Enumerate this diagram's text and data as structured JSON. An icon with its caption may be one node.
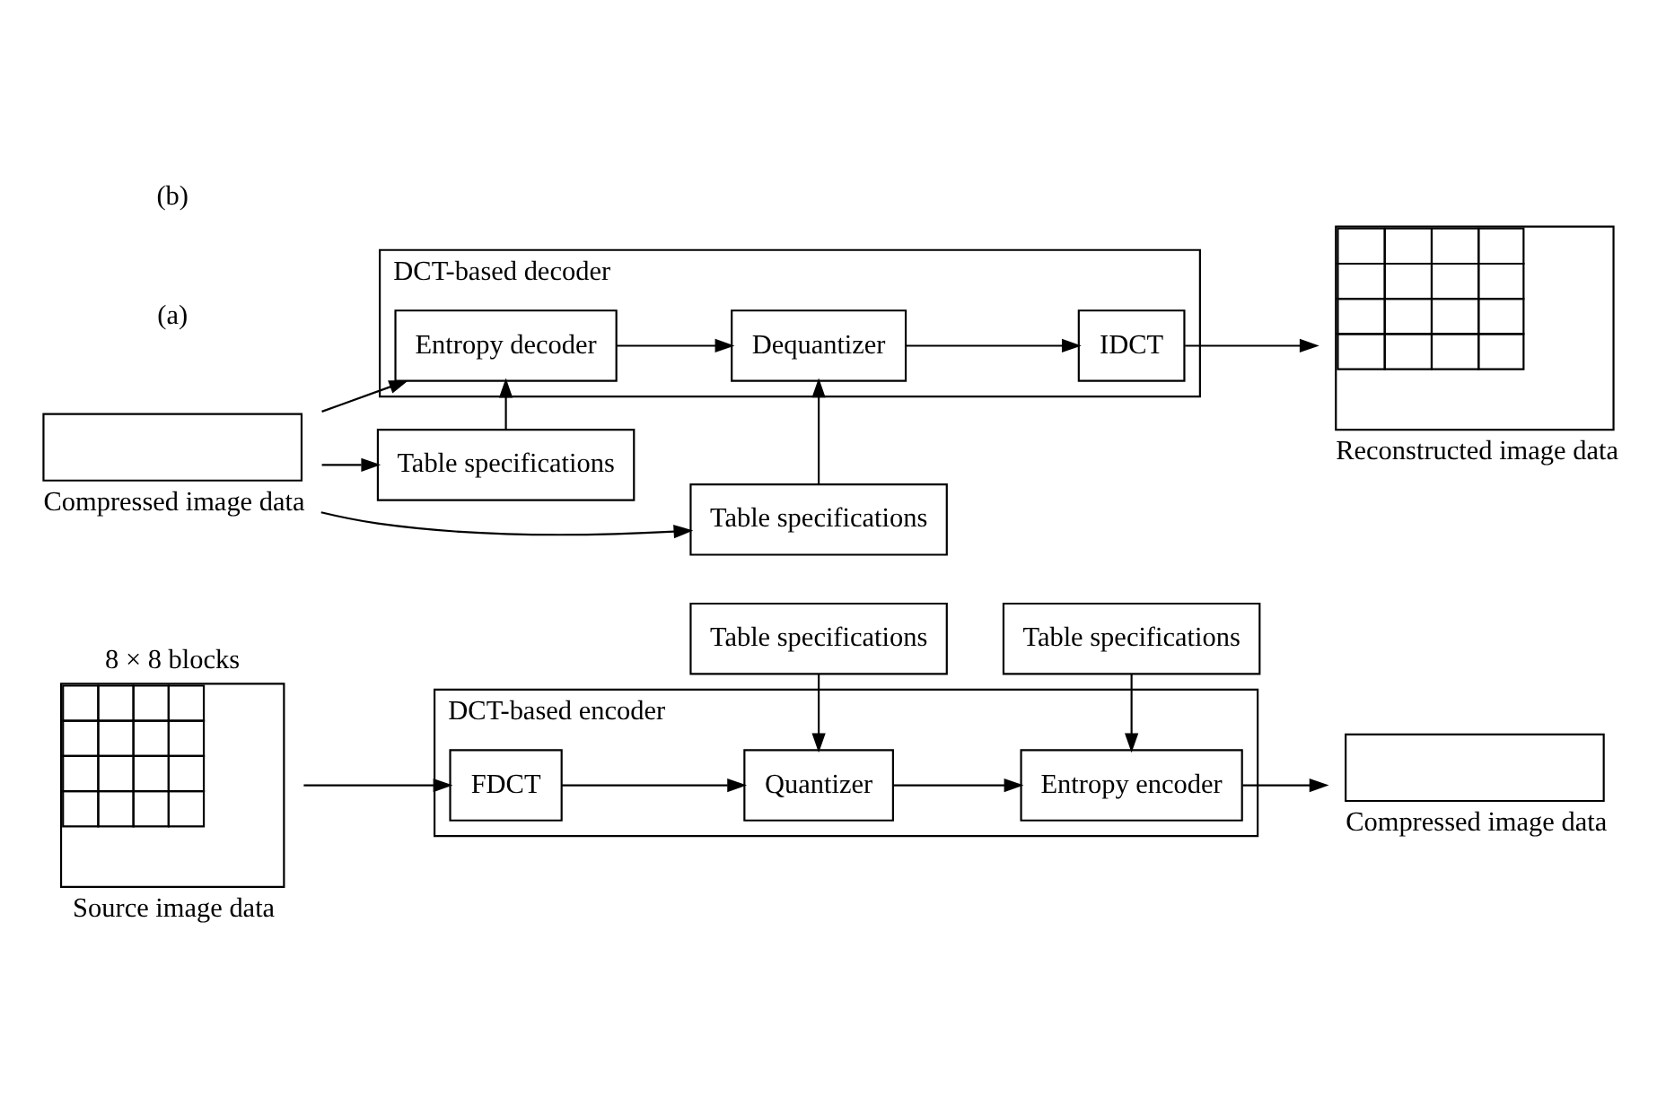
{
  "diagram": {
    "nodes": [
      {
        "text": [],
        "shape": "picture",
        "beside": [
          "8 × 8 blocks",
          "Source image data"
        ]
      },
      {
        "text": [
          "DCT-based encoder"
        ]
      },
      {
        "text": [
          "FDCT"
        ],
        "in": 1
      },
      {
        "text": [
          "Quantizer"
        ],
        "in": 1
      },
      {
        "text": [
          "Entropy encoder"
        ],
        "in": 1
      },
      {
        "text": [],
        "shape": "box",
        "beside": [
          "Compressed image data"
        ]
      },
      {
        "text": [
          "Table specifications"
        ]
      },
      {
        "text": [
          "Table specifications"
        ]
      },
      {
        "text": [
          "DCT-based decoder"
        ]
      },
      {
        "text": [],
        "shape": "box",
        "beside": [
          "Compressed image data"
        ]
      },
      {
        "text": [
          "Entropy decoder"
        ],
        "in": 8
      },
      {
        "text": [
          "Dequantizer"
        ],
        "in": 8
      },
      {
        "text": [
          "IDCT"
        ],
        "in": 8
      },
      {
        "text": [],
        "shape": "picture",
        "beside": [
          "Reconstructed image data"
        ]
      },
      {
        "text": [
          "Table specifications"
        ]
      },
      {
        "text": [
          "Table specifications"
        ]
      }
    ],
    "edges": [
      {
        "from": 0,
        "to": 2,
        "arrow": "to"
      },
      {
        "from": 2,
        "to": 3,
        "arrow": "to"
      },
      {
        "from": 3,
        "to": 4,
        "arrow": "to"
      },
      {
        "from": 4,
        "to": 5,
        "arrow": "to"
      },
      {
        "from": 6,
        "to": 3,
        "arrow": "to"
      },
      {
        "from": 7,
        "to": 4,
        "arrow": "to"
      },
      {
        "from": 9,
        "to": 10,
        "arrow": "to"
      },
      {
        "from": 10,
        "to": 11,
        "arrow": "to"
      },
      {
        "from": 11,
        "to": 12,
        "arrow": "to"
      },
      {
        "from": 12,
        "to": 13,
        "arrow": "to"
      },
      {
        "from": 9,
        "to": 14,
        "arrow": "to"
      },
      {
        "from": 14,
        "to": 10,
        "arrow": "to"
      },
      {
        "from": 9,
        "to": 15,
        "arrow": "to"
      },
      {
        "from": 15,
        "to": 11,
        "arrow": "to"
      }
    ],
    "labels": [
      "(a)",
      "(b)"
    ]
  }
}
